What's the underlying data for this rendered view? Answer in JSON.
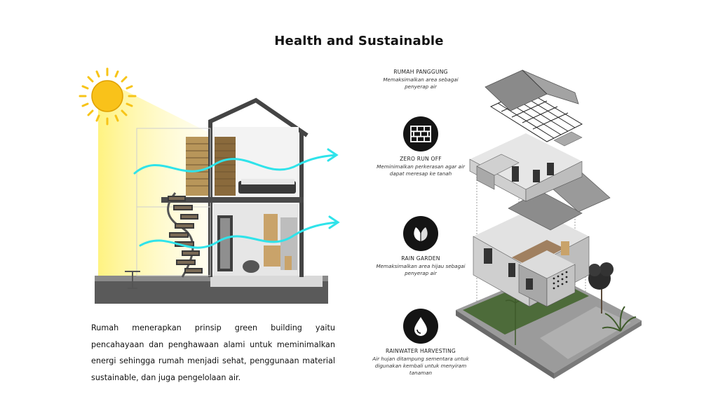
{
  "header": {
    "title": "Health and Sustainable"
  },
  "description": {
    "text": "Rumah menerapkan prinsip green building yaitu pencahayaan dan penghawaan alami untuk meminimalkan energi  sehingga rumah menjadi sehat, penggunaan material sustainable, dan juga pengelolaan air."
  },
  "features": [
    {
      "title": "RUMAH PANGGUNG",
      "text": "Memaksimalkan area sebagai penyerap air",
      "icon": "none"
    },
    {
      "title": "ZERO RUN OFF",
      "text": "Meminimalkan perkerasan agar air dapat meresap ke tanah",
      "icon": "brick-wall-icon"
    },
    {
      "title": "RAIN GARDEN",
      "text": "Memaksimalkan area hijau sebagai penyerap air",
      "icon": "leaves-icon"
    },
    {
      "title": "RAINWATER HARVESTING",
      "text": "Air hujan ditampung sementara untuk digunakan kembali untuk menyiram tanaman",
      "icon": "water-drop-icon"
    }
  ],
  "colors": {
    "sun": "#f7c418",
    "sunlight": "#fff79a",
    "wind": "#2fe3ea",
    "badge": "#141414",
    "wall": "#4a4a4a",
    "ground": "#555555"
  }
}
